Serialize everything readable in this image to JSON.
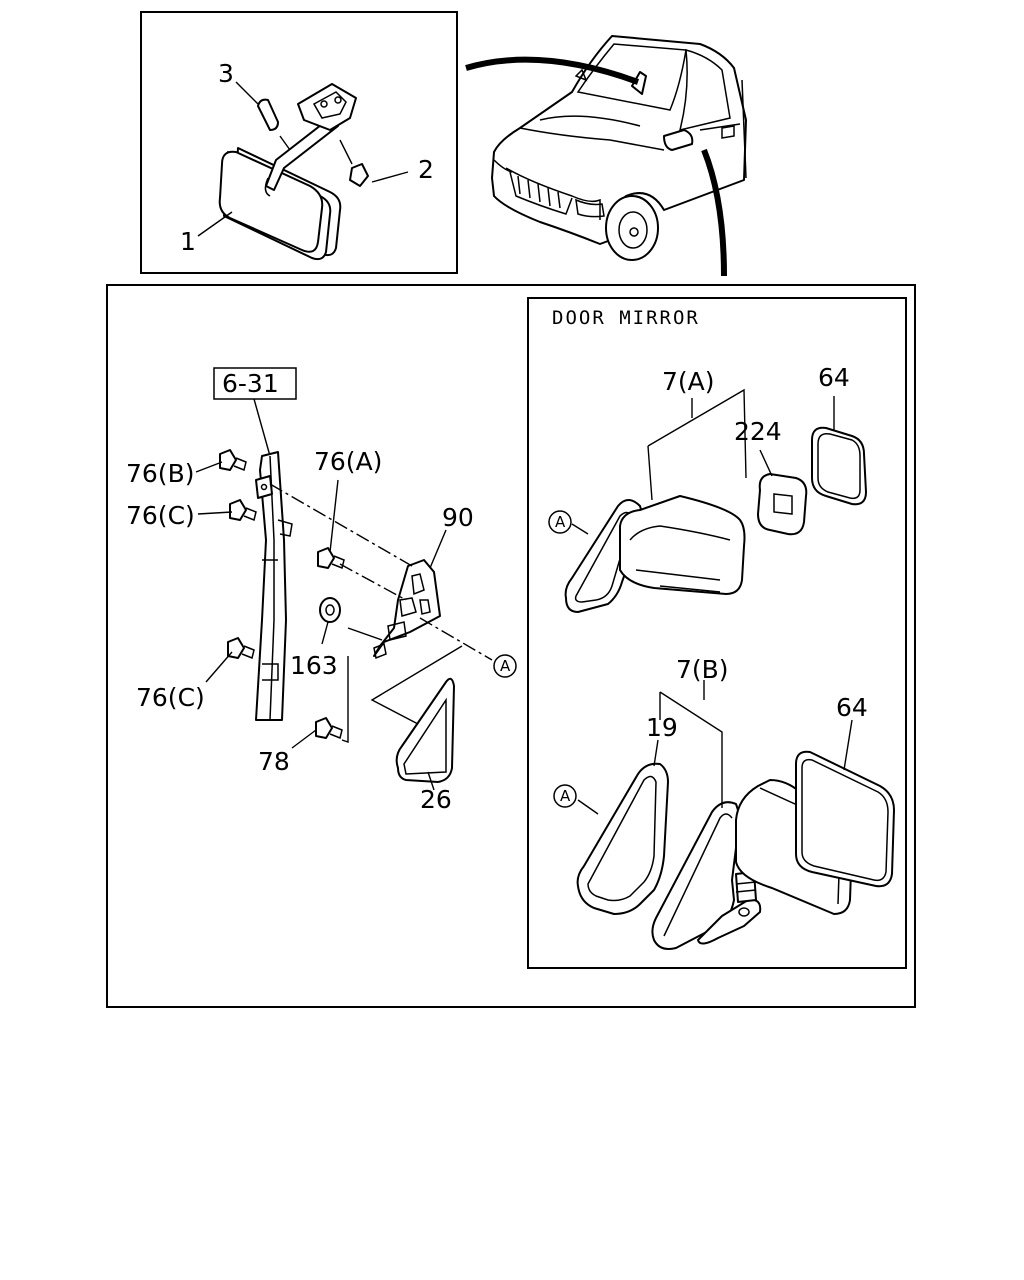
{
  "panel_title": "DOOR MIRROR",
  "ref_box": "6-31",
  "labels": {
    "p1": "1",
    "p2": "2",
    "p3": "3",
    "p76b": "76(B)",
    "p76c_top": "76(C)",
    "p76a": "76(A)",
    "p90": "90",
    "p163": "163",
    "p76c_bottom": "76(C)",
    "p78": "78",
    "p26": "26",
    "p7a": "7(A)",
    "p224": "224",
    "p64_top": "64",
    "p7b": "7(B)",
    "p19": "19",
    "p64_bottom": "64"
  },
  "callout": "A"
}
